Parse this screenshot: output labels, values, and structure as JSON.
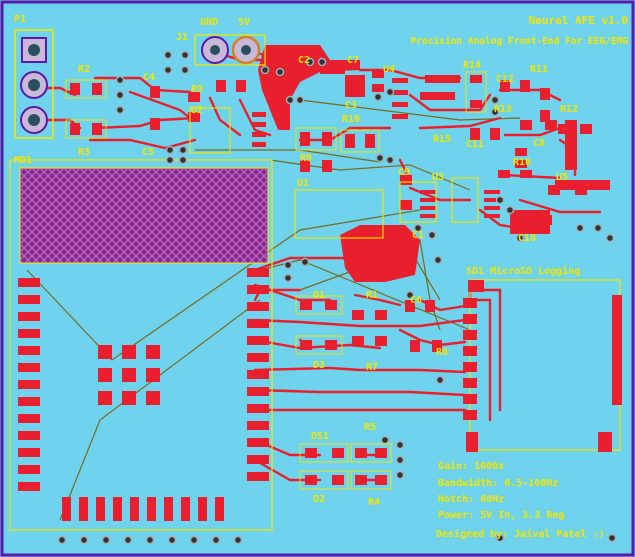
{
  "board": {
    "title": "Neural AFE v1.0",
    "subtitle": "Precision Analog Front-End For EEG/EMG",
    "colors": {
      "board": "#6fd3ee",
      "outline": "#5a1aa8",
      "copper": "#e8202e",
      "silkscreen": "#f2e600",
      "pad_ring": "#c9b8d8",
      "via": "#333333",
      "trace_alt": "#7a6a20",
      "module_fill": "#8a2a90"
    }
  },
  "header_labels": {
    "p1": "P1",
    "j1": "J1",
    "gnd": "GND",
    "v5": "5V",
    "md1": "MD1"
  },
  "designators": {
    "r2": "R2",
    "r3": "R3",
    "c4": "C4",
    "c5": "C5",
    "r9": "R9",
    "u2": "U2",
    "c2": "C2",
    "c7": "C7",
    "u4": "U4",
    "c3": "C3",
    "r10": "R10",
    "r8": "R8",
    "r14": "R14",
    "r11": "R11",
    "c12": "C12",
    "r13": "R13",
    "r15": "R15",
    "c11": "C11",
    "r12": "R12",
    "c8": "C8",
    "r16": "R16",
    "u5": "U5",
    "c10": "C10",
    "u1": "U1",
    "c9": "C9",
    "u3": "U3",
    "c1": "C1",
    "d1": "D1",
    "r1": "R1",
    "c6": "C6",
    "r6": "R6",
    "d3": "D3",
    "r7": "R7",
    "ds1": "DS1",
    "r5": "R5",
    "d2": "D2",
    "r4": "R4"
  },
  "sd_label": "SD1 MicroSD Logging",
  "specs": {
    "gain": "Gain: 1000x",
    "bandwidth": "Bandwidth: 0.5-100Hz",
    "notch": "Notch: 60Hz",
    "power": "Power: 5V In, 3.3 Reg",
    "designer": "Designed by: Jaival Patel :)"
  }
}
